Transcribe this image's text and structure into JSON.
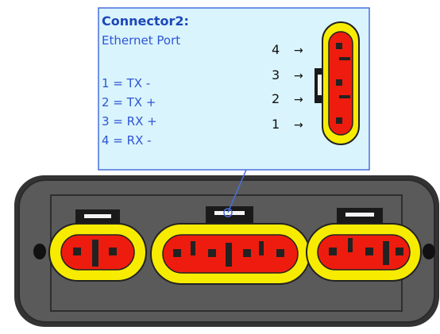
{
  "callout": {
    "title": "Connector2:",
    "subtitle": "Ethernet Port",
    "pins": [
      "1 = TX -",
      "2 = TX +",
      "3 = RX +",
      "4 = RX -"
    ],
    "pin_numbers": [
      "4",
      "3",
      "2",
      "1"
    ],
    "arrow_glyph": "→"
  },
  "colors": {
    "callout_bg": "#d9f4fc",
    "callout_border": "#4a6edc",
    "title_text": "#1e47b8",
    "body_text": "#2f55d4",
    "housing": "#3a3a3a",
    "housing_inner": "#4a4a4a",
    "connector_outer": "#f7ec00",
    "connector_inner": "#ee1c0e",
    "pin": "#222222",
    "latch": "#f4f4f4"
  },
  "connectors": [
    "left-connector",
    "center-connector",
    "right-connector"
  ]
}
